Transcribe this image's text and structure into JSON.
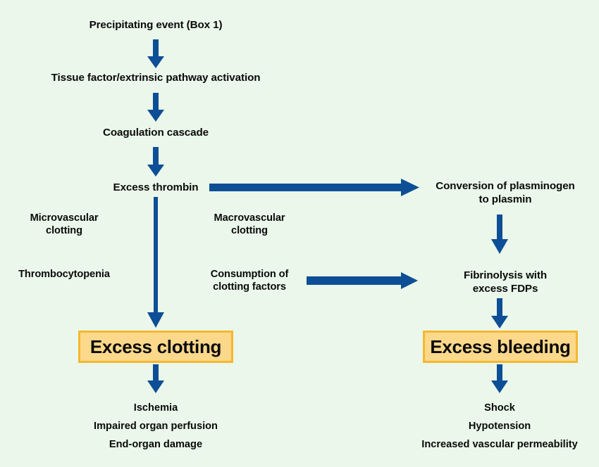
{
  "figure": {
    "background_color": "#eaf7ea",
    "arrow_color": "#0d4f96",
    "highlight_fill": "#fcd88b",
    "highlight_border": "#f5b731",
    "text_color": "#0a0a0a"
  },
  "nodes": {
    "precipitating_event": "Precipitating event (Box 1)",
    "tissue_factor": "Tissue factor/extrinsic pathway activation",
    "coagulation_cascade": "Coagulation cascade",
    "excess_thrombin": "Excess thrombin",
    "microvascular_clotting": "Microvascular\nclotting",
    "macrovascular_clotting": "Macrovascular\nclotting",
    "thrombocytopenia": "Thrombocytopenia",
    "consumption_clotting_factors": "Consumption of\nclotting factors",
    "conversion_plasminogen": "Conversion of plasminogen\nto plasmin",
    "fibrinolysis": "Fibrinolysis with\nexcess FDPs"
  },
  "highlight_boxes": {
    "excess_clotting": "Excess clotting",
    "excess_bleeding": "Excess bleeding"
  },
  "outcomes": {
    "clotting": "Ischemia\nImpaired organ perfusion\nEnd-organ damage",
    "bleeding": "Shock\nHypotension\nIncreased vascular permeability"
  },
  "arrows": [
    {
      "name": "arrow-precipitating-to-tissue-factor",
      "direction": "down"
    },
    {
      "name": "arrow-tissue-factor-to-cascade",
      "direction": "down"
    },
    {
      "name": "arrow-cascade-to-thrombin",
      "direction": "down"
    },
    {
      "name": "arrow-thrombin-to-plasminogen",
      "direction": "right"
    },
    {
      "name": "arrow-thrombin-to-excess-clotting",
      "direction": "down"
    },
    {
      "name": "arrow-consumption-to-fibrinolysis",
      "direction": "right"
    },
    {
      "name": "arrow-plasminogen-to-fibrinolysis",
      "direction": "down"
    },
    {
      "name": "arrow-fibrinolysis-to-excess-bleeding",
      "direction": "down"
    },
    {
      "name": "arrow-excess-clotting-to-outcomes",
      "direction": "down"
    },
    {
      "name": "arrow-excess-bleeding-to-outcomes",
      "direction": "down"
    }
  ]
}
